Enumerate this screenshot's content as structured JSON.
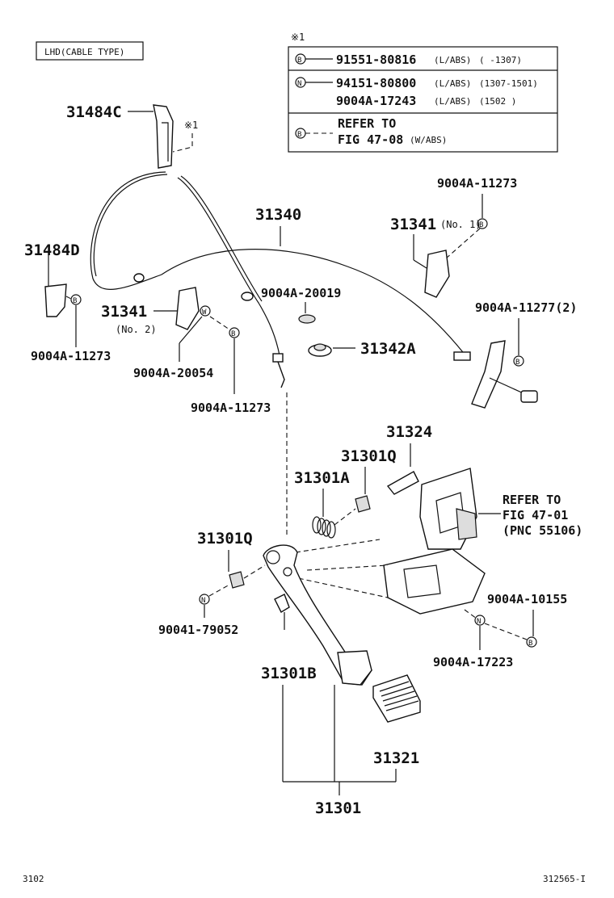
{
  "header": {
    "variant_label": "LHD(CABLE TYPE)",
    "note_marker": "※1"
  },
  "note_table": {
    "rows": [
      {
        "symbol": "B",
        "lines": [
          {
            "part": "91551-80816",
            "spec": "(L/ABS)",
            "range": "(     -1307)"
          }
        ]
      },
      {
        "symbol": "N",
        "lines": [
          {
            "part": "94151-80800",
            "spec": "(L/ABS)",
            "range": "(1307-1501)"
          },
          {
            "part": "9004A-17243",
            "spec": "(L/ABS)",
            "range": "(1502      )"
          }
        ]
      },
      {
        "symbol": "B",
        "lines": [
          {
            "part": "REFER TO",
            "spec": "",
            "range": ""
          },
          {
            "part": "FIG 47-08",
            "spec": "(W/ABS)",
            "range": ""
          }
        ]
      }
    ]
  },
  "parts": {
    "p31484C": "31484C",
    "note1": "※1",
    "p31340": "31340",
    "p9004A11273_top": "9004A-11273",
    "p31341_no1": "31341",
    "no1": "(No. 1)",
    "p31484D": "31484D",
    "p31341_no2": "31341",
    "no2": "(No. 2)",
    "p9004A20019": "9004A-20019",
    "p9004A11277": "9004A-11277(2)",
    "p31342A": "31342A",
    "p9004A11273_left": "9004A-11273",
    "p9004A20054": "9004A-20054",
    "p9004A11273_mid": "9004A-11273",
    "p31324": "31324",
    "p31301Q_top": "31301Q",
    "p31301A": "31301A",
    "refer_fig": "REFER TO",
    "refer_fig2": "FIG 47-01",
    "refer_fig3": "(PNC 55106)",
    "p31301Q_left": "31301Q",
    "p9004A10155": "9004A-10155",
    "p90041_79052": "90041-79052",
    "p9004A17223": "9004A-17223",
    "p31301B": "31301B",
    "p31321": "31321",
    "p31301": "31301"
  },
  "symbols": {
    "B": "B",
    "N": "N",
    "W": "W"
  },
  "footer": {
    "left_code": "3102",
    "right_code": "312565-I"
  }
}
